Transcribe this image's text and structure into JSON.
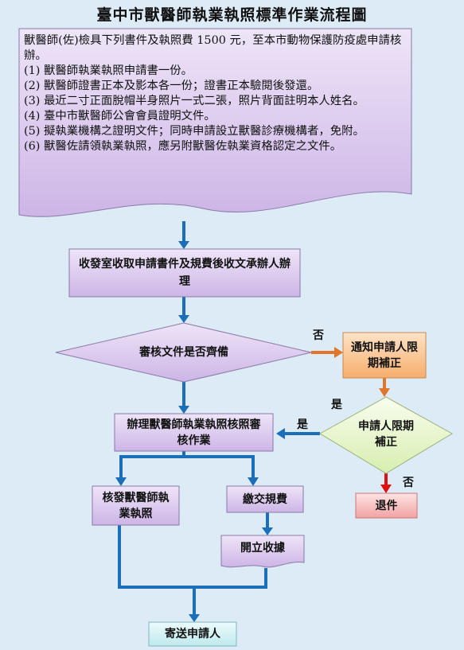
{
  "title": "臺中市獸醫師執業執照標準作業流程圖",
  "requirements": {
    "intro": "獸醫師(佐)檢具下列書件及執照費 1500 元，至本市動物保護防疫處申請核辦。",
    "items": [
      "(1) 獸醫師執業執照申請書一份。",
      "(2) 獸醫師證書正本及影本各一份；證書正本驗閱後發還。",
      "(3) 最近二寸正面脫帽半身照片一式二張，照片背面註明本人姓名。",
      "(4) 臺中市獸醫師公會會員證明文件。",
      "(5) 擬執業機構之證明文件；同時申請設立獸醫診療機構者，免附。",
      "(6) 獸醫佐請領執業執照，應另附獸醫佐執業資格認定之文件。"
    ]
  },
  "steps": {
    "receive": "收發室收取申請書件及規費後收文承辦人辦理",
    "check": "審核文件是否齊備",
    "notify": "通知申請人限期補正",
    "supplement": "申請人限期補正",
    "process": "辦理獸醫師執業執照核照審核作業",
    "issue": "核發獸醫師執業執照",
    "pay": "繳交規費",
    "receipt": "開立收據",
    "reject": "退件",
    "send": "寄送申請人"
  },
  "labels": {
    "yes": "是",
    "no": "否"
  },
  "colors": {
    "background": "#dcebf5",
    "purple": "#d8c5ec",
    "orange": "#f9c08a",
    "green": "#e6f4c9",
    "pink": "#f5b3b3",
    "light_blue": "#cdeff2",
    "arrow_blue": "#1a6fb8",
    "arrow_orange": "#e0762a",
    "arrow_red": "#e01010"
  }
}
